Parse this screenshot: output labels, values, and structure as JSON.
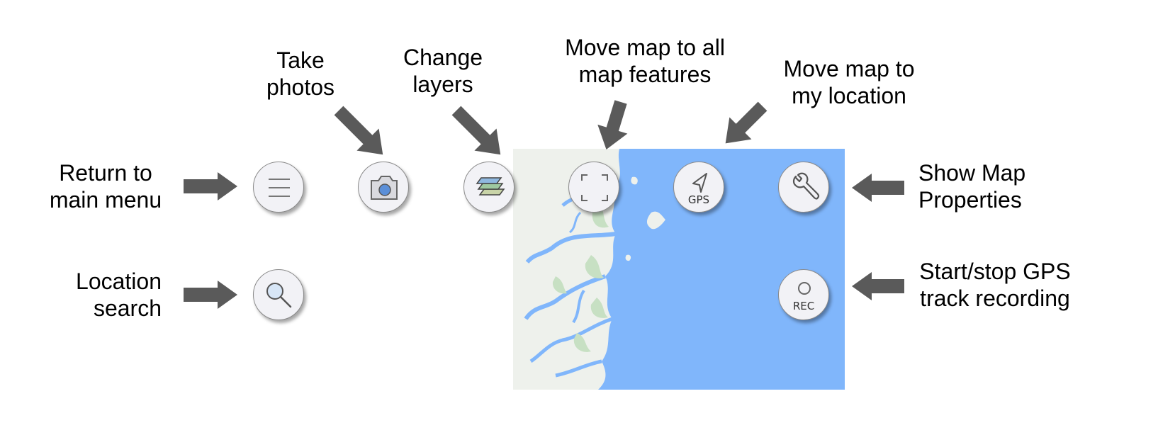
{
  "labels": {
    "take_photos": "Take\nphotos",
    "change_layers": "Change\nlayers",
    "move_to_all": "Move map to all\nmap features",
    "move_to_location": "Move map to\nmy location",
    "return_main_menu": "Return to\nmain menu",
    "show_map_properties": "Show Map\nProperties",
    "location_search": "Location\nsearch",
    "gps_recording": "Start/stop GPS\ntrack recording"
  },
  "buttons": {
    "gps_text": "GPS",
    "rec_text": "REC"
  },
  "icons": {
    "menu": "hamburger-menu-icon",
    "camera": "camera-icon",
    "layers": "layers-icon",
    "extent": "zoom-extent-icon",
    "gps": "navigation-arrow-icon",
    "wrench": "wrench-icon",
    "search": "magnifier-icon",
    "record": "record-circle-icon"
  },
  "colors": {
    "water": "#80b6fb",
    "land": "#eef1ec",
    "vegetation": "#c7e0c3",
    "arrow": "#5a5a5a",
    "button_bg": "#f2f2f6"
  }
}
